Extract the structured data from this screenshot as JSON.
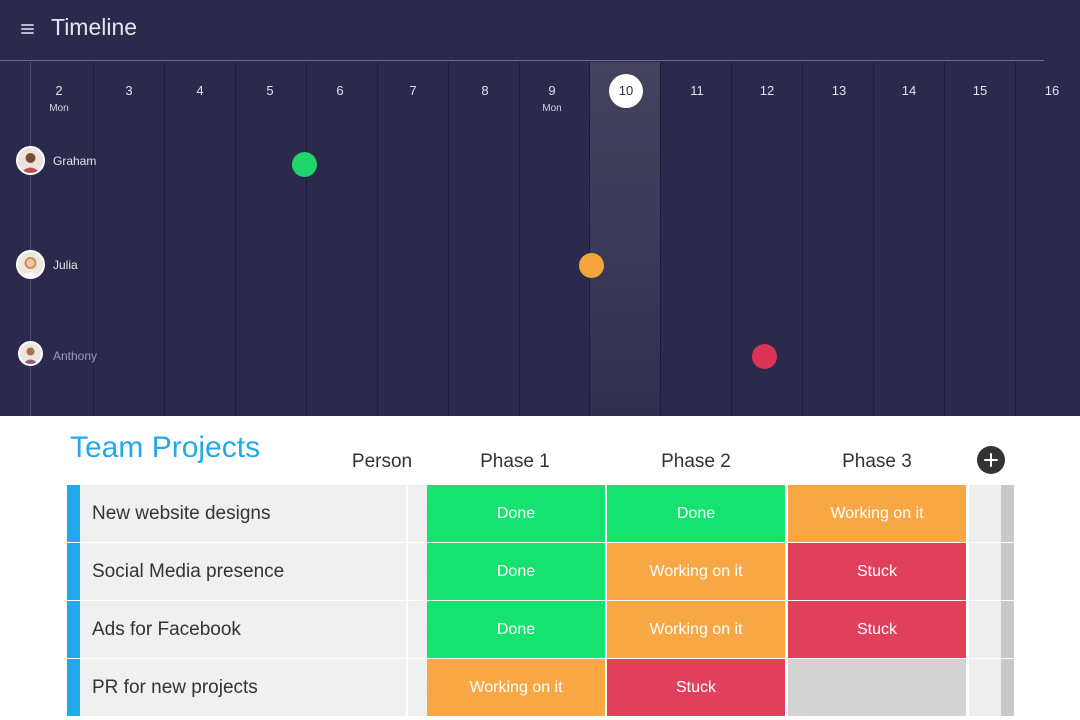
{
  "timeline": {
    "title": "Timeline",
    "today": "10",
    "days": [
      {
        "label": "2",
        "sub": "Mon"
      },
      {
        "label": "3"
      },
      {
        "label": "4"
      },
      {
        "label": "5"
      },
      {
        "label": "6"
      },
      {
        "label": "7"
      },
      {
        "label": "8"
      },
      {
        "label": "9",
        "sub": "Mon"
      },
      {
        "label": "11"
      },
      {
        "label": "12"
      },
      {
        "label": "13"
      },
      {
        "label": "14"
      },
      {
        "label": "15"
      },
      {
        "label": "16"
      }
    ],
    "people": [
      {
        "name": "Graham",
        "event_color": "#1fd66a"
      },
      {
        "name": "Julia",
        "event_color": "#f5a539"
      },
      {
        "name": "Anthony",
        "event_color": "#dc3457"
      }
    ]
  },
  "board": {
    "title": "Team Projects",
    "columns": {
      "person": "Person",
      "phase1": "Phase 1",
      "phase2": "Phase 2",
      "phase3": "Phase 3"
    },
    "rows": [
      {
        "name": "New website designs",
        "phase1": "Done",
        "phase2": "Done",
        "phase3": "Working on it"
      },
      {
        "name": "Social Media presence",
        "phase1": "Done",
        "phase2": "Working on it",
        "phase3": "Stuck"
      },
      {
        "name": "Ads for Facebook",
        "phase1": "Done",
        "phase2": "Working on it",
        "phase3": "Stuck"
      },
      {
        "name": "PR for new projects",
        "phase1": "Working on it",
        "phase2": "Stuck",
        "phase3": ""
      }
    ],
    "status_colors": {
      "Done": "#16e36f",
      "Working on it": "#f7a845",
      "Stuck": "#e0405c",
      "empty": "#d3d3d3"
    },
    "accent": "#22a9ec"
  }
}
